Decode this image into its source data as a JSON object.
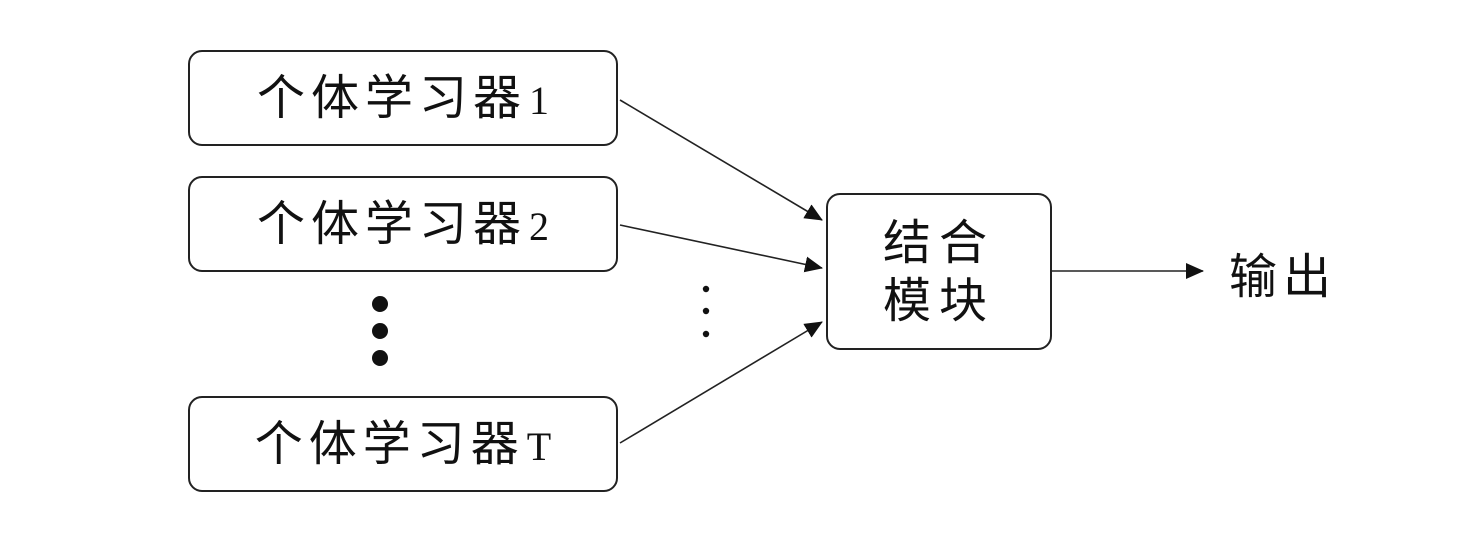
{
  "learners": [
    {
      "label": "个体学习器",
      "index": "1"
    },
    {
      "label": "个体学习器",
      "index": "2"
    },
    {
      "label": "个体学习器",
      "index": "T"
    }
  ],
  "combiner": {
    "line1": "结合",
    "line2": "模块"
  },
  "output": {
    "label": "输出"
  }
}
